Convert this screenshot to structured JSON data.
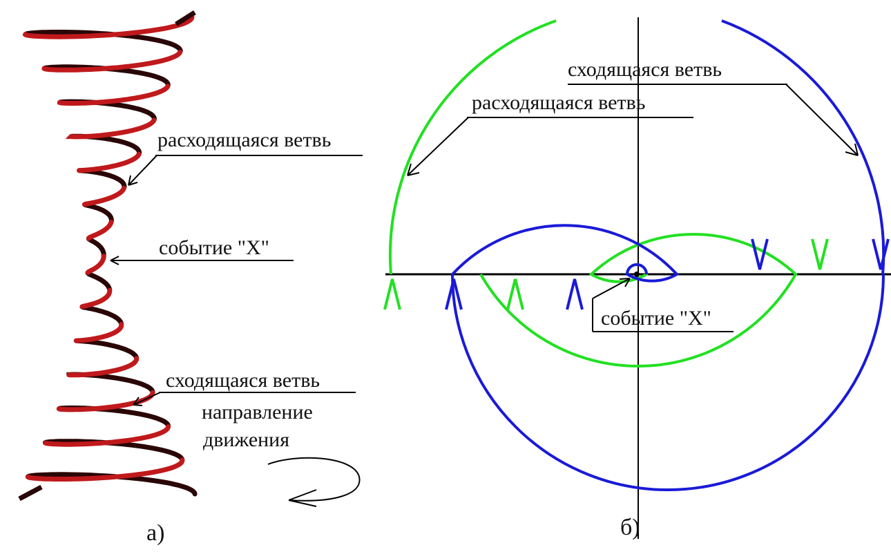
{
  "panel_a": {
    "caption": "а)",
    "labels": {
      "diverging": "расходящаяся ветвь",
      "event": "событие \"X\"",
      "converging": "сходящаяся ветвь",
      "direction_line1": "направление",
      "direction_line2": "движения"
    }
  },
  "panel_b": {
    "caption": "б)",
    "labels": {
      "converging": "сходящаяся ветвь",
      "diverging": "расходящаяся ветвь",
      "event": "событие \"X\""
    }
  },
  "colors": {
    "helix_red": "#c0191c",
    "helix_dark": "#2a0606",
    "spiral_green": "#22e022",
    "spiral_blue": "#1a1ad8",
    "ink": "#000000"
  }
}
